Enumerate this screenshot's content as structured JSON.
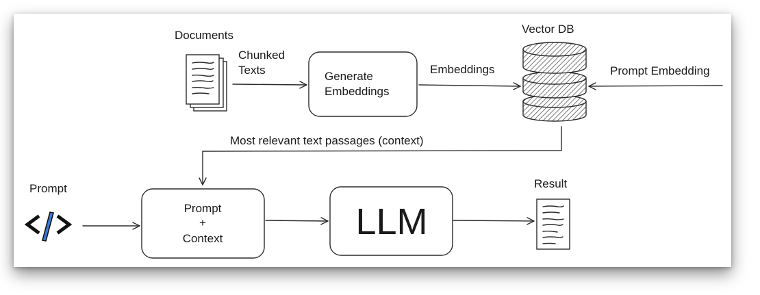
{
  "labels": {
    "documents": "Documents",
    "chunked_line1": "Chunked",
    "chunked_line2": "Texts",
    "embeddings": "Embeddings",
    "vector_db": "Vector DB",
    "prompt_embedding": "Prompt Embedding",
    "context_edge": "Most relevant text passages (context)",
    "prompt": "Prompt",
    "result": "Result"
  },
  "nodes": {
    "generate": {
      "line1": "Generate",
      "line2": "Embeddings"
    },
    "prompt_context": {
      "line1": "Prompt",
      "line2": "+",
      "line3": "Context"
    },
    "llm": {
      "label": "LLM"
    }
  },
  "icons": {
    "documents": "document-stack-icon",
    "vector_db": "database-icon",
    "prompt": "code-brackets-icon",
    "result": "document-icon"
  },
  "colors": {
    "code_slash": "#3a7bd5",
    "hatch": "#555555"
  }
}
